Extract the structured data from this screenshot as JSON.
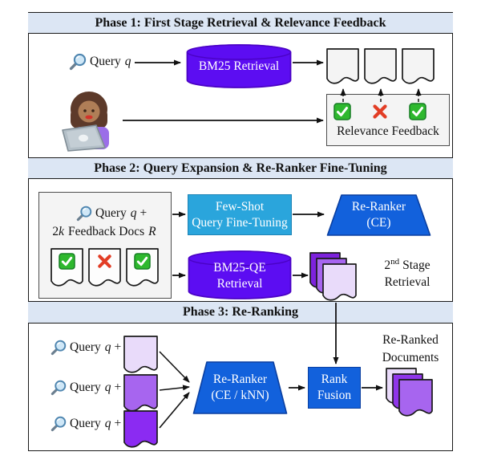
{
  "colors": {
    "header_bg": "#dce6f4",
    "frame_border": "#1a1a1a",
    "cylinder_purple": "#5c0df2",
    "cylinder_border": "#4a02c4",
    "cyan_box": "#2aa5dc",
    "blue_shape": "#1261dc",
    "doc_gray": "#f4f4f4",
    "doc_lavender": "#e9dbfa",
    "doc_purple_mid": "#a765ef",
    "doc_purple_vivid": "#8b2bf2",
    "doc_purple_deep": "#7d22dd",
    "check_green": "#2eb82e",
    "cross_red": "#e23d25"
  },
  "phase1": {
    "title": "Phase 1: First Stage Retrieval & Relevance Feedback",
    "query": {
      "label": "Query",
      "var": "q"
    },
    "bm25_label": "BM25 Retrieval",
    "feedback_label": "Relevance Feedback"
  },
  "phase2": {
    "title": "Phase 2: Query Expansion & Re-Ranker Fine-Tuning",
    "input": {
      "label": "Query",
      "var": "q",
      "op": "+",
      "coef": "2",
      "kvar": "k",
      "docs_label": "Feedback Docs",
      "rvar": "R"
    },
    "few_shot": {
      "line1": "Few-Shot",
      "line2": "Query Fine-Tuning"
    },
    "reranker": {
      "line1": "Re-Ranker",
      "line2": "(CE)"
    },
    "bm25qe": {
      "line1": "BM25-QE",
      "line2": "Retrieval"
    },
    "second_stage": {
      "num": "2",
      "sup": "nd",
      "word1": "Stage",
      "word2": "Retrieval"
    }
  },
  "phase3": {
    "title": "Phase 3: Re-Ranking",
    "query_row": {
      "label": "Query",
      "var": "q",
      "op": "+"
    },
    "reranker": {
      "line1": "Re-Ranker",
      "line2": "(CE / kNN)"
    },
    "rank_fusion": {
      "line1": "Rank",
      "line2": "Fusion"
    },
    "output": {
      "line1": "Re-Ranked",
      "line2": "Documents"
    }
  }
}
